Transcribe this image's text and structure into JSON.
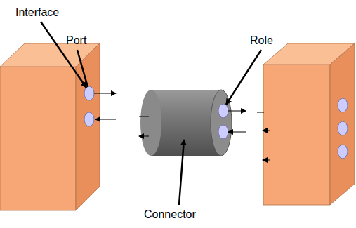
{
  "diagram": {
    "labels": [
      "Interface",
      "Port",
      "Role",
      "Connector"
    ]
  }
}
